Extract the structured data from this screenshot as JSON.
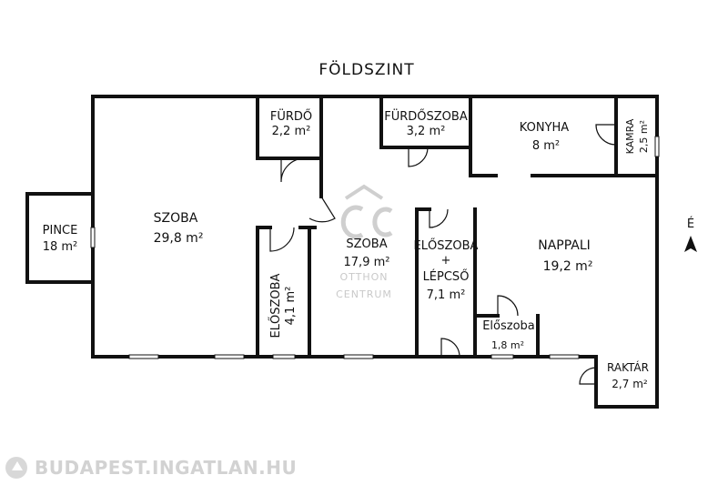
{
  "title": "FÖLDSZINT",
  "compass_letter": "É",
  "rooms": {
    "pince": {
      "name": "PINCE",
      "area": "18 m²"
    },
    "szoba1": {
      "name": "SZOBA",
      "area": "29,8 m²"
    },
    "furdo": {
      "name": "FÜRDŐ",
      "area": "2,2 m²"
    },
    "furdoszoba": {
      "name": "FÜRDŐSZOBA",
      "area": "3,2 m²"
    },
    "konyha": {
      "name": "KONYHA",
      "area": "8 m²"
    },
    "kamra": {
      "name": "KAMRA",
      "area": "2,5 m²"
    },
    "eloszoba1": {
      "name": "ELŐSZOBA",
      "area": "4,1 m²"
    },
    "szoba2": {
      "name": "SZOBA",
      "area": "17,9 m²"
    },
    "eloszoba_lepcso": {
      "name": "ELŐSZOBA",
      "plus": "+",
      "sub": "LÉPCSŐ",
      "area": "7,1 m²"
    },
    "nappali": {
      "name": "NAPPALI",
      "area": "19,2 m²"
    },
    "eloszoba2": {
      "name": "Előszoba",
      "area": "1,8 m²"
    },
    "raktar": {
      "name": "RAKTÁR",
      "area": "2,7 m²"
    }
  },
  "watermark": {
    "line1": "OTTHON",
    "line2": "CENTRUM"
  },
  "footer": {
    "site": "BUDAPEST.INGATLAN.HU",
    "icon": "house-logo-icon"
  }
}
